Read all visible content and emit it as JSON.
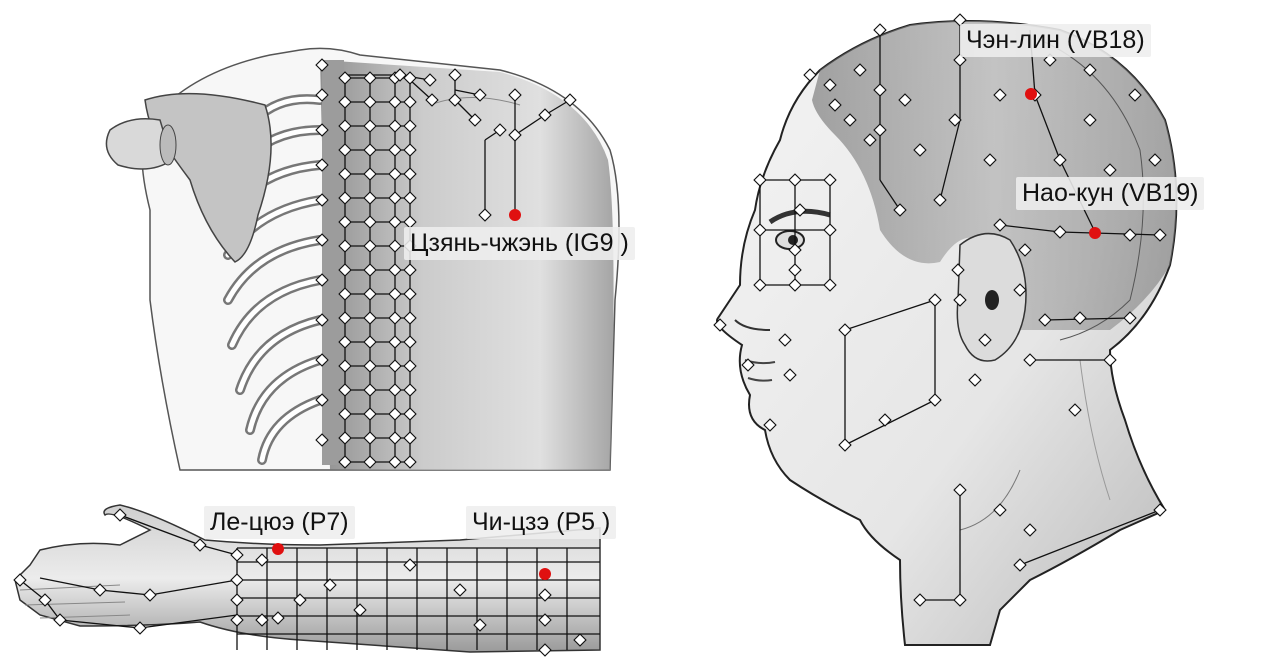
{
  "points": [
    {
      "id": "IG9",
      "label": "Цзянь-чжэнь (IG9 )",
      "figure": "back"
    },
    {
      "id": "VB18",
      "label": "Чэн-лин (VB18)",
      "figure": "head"
    },
    {
      "id": "VB19",
      "label": "Нао-кун (VB19)",
      "figure": "head"
    },
    {
      "id": "P7",
      "label": "Ле-цюэ (P7)",
      "figure": "arm"
    },
    {
      "id": "P5",
      "label": "Чи-цзэ (P5 )",
      "figure": "arm"
    }
  ],
  "colors": {
    "active_point": "#e01010",
    "meridian_line": "#111111",
    "marker_fill": "#ffffff",
    "skin_light": "#f2f2f2",
    "skin_shade": "#9a9a9a",
    "label_bg": "#eeeeee"
  }
}
